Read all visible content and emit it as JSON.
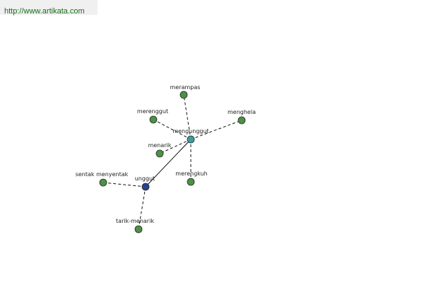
{
  "watermark": {
    "url": "http://www.artikata.com"
  },
  "colors": {
    "leaf_node": "#4f8f47",
    "hub_node": "#3d9ba3",
    "root_node": "#2f3f8f",
    "edge": "#111111"
  },
  "graph": {
    "nodes": [
      {
        "id": "merampas",
        "label": "merampas",
        "kind": "leaf"
      },
      {
        "id": "merenggut",
        "label": "merenggut",
        "kind": "leaf"
      },
      {
        "id": "menghela",
        "label": "menghela",
        "kind": "leaf"
      },
      {
        "id": "mengunggut",
        "label": "mengunggut",
        "kind": "hub"
      },
      {
        "id": "menarik",
        "label": "menarik",
        "kind": "leaf"
      },
      {
        "id": "merengkuh",
        "label": "merengkuh",
        "kind": "leaf"
      },
      {
        "id": "sentak-menyentak",
        "label": "sentak menyentak",
        "kind": "leaf"
      },
      {
        "id": "unggut",
        "label": "unggut",
        "kind": "root"
      },
      {
        "id": "tarik-menarik",
        "label": "tarik-menarik",
        "kind": "leaf"
      }
    ],
    "edges": [
      {
        "from": "mengunggut",
        "to": "merampas",
        "style": "dashed"
      },
      {
        "from": "mengunggut",
        "to": "merenggut",
        "style": "dashed"
      },
      {
        "from": "mengunggut",
        "to": "menghela",
        "style": "dashed"
      },
      {
        "from": "mengunggut",
        "to": "menarik",
        "style": "dashed"
      },
      {
        "from": "mengunggut",
        "to": "merengkuh",
        "style": "dashed"
      },
      {
        "from": "mengunggut",
        "to": "unggut",
        "style": "solid"
      },
      {
        "from": "unggut",
        "to": "sentak-menyentak",
        "style": "dashed"
      },
      {
        "from": "unggut",
        "to": "tarik-menarik",
        "style": "dashed"
      }
    ]
  }
}
